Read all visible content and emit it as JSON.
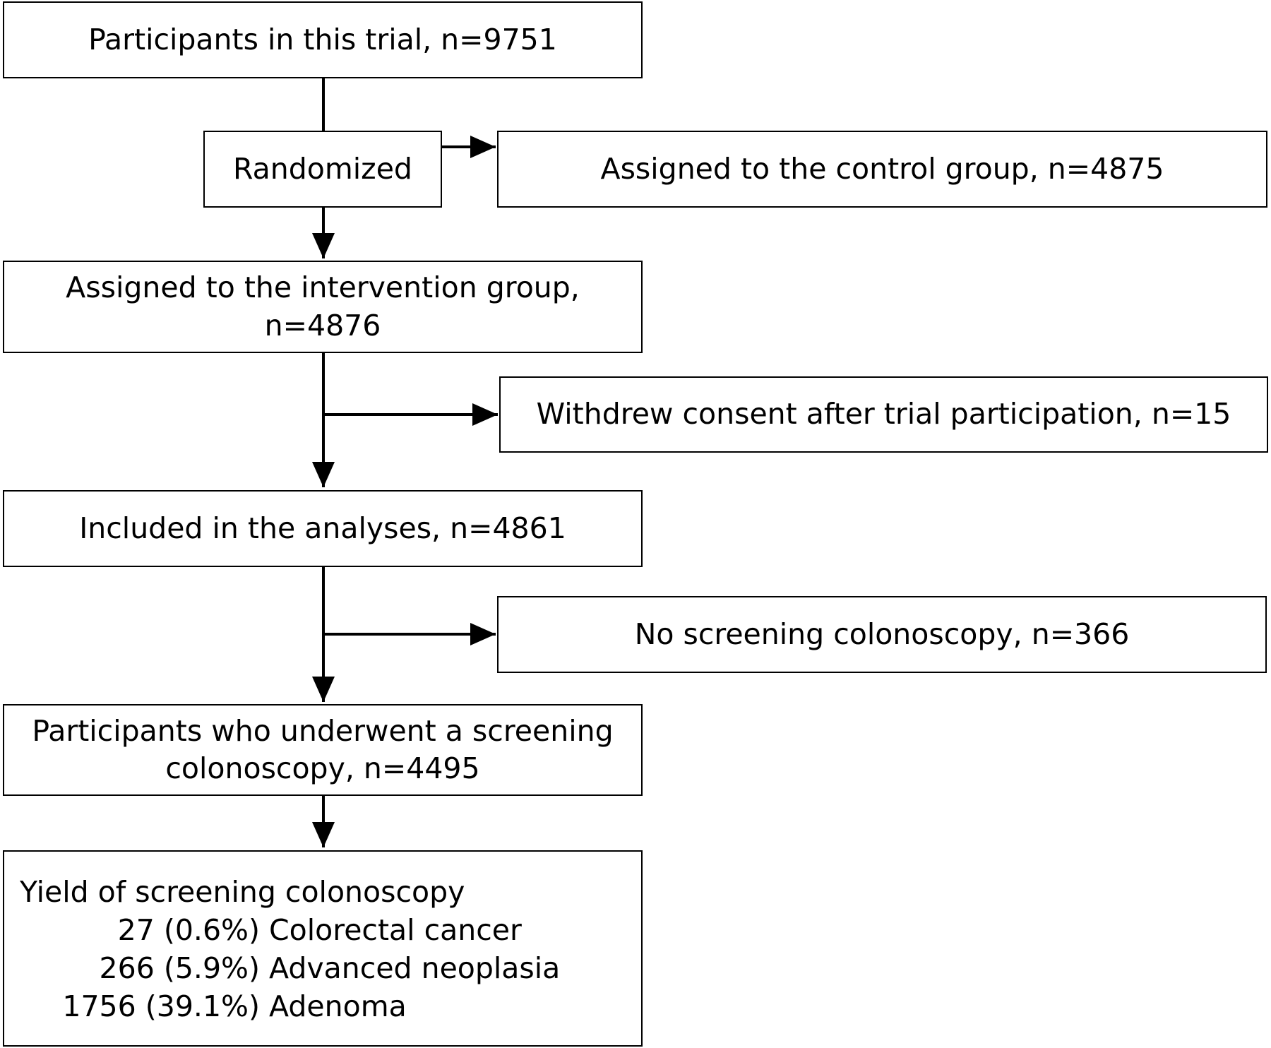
{
  "flowchart": {
    "nodes": {
      "participants": {
        "text": "Participants in this trial, n=9751"
      },
      "randomized": {
        "text": "Randomized"
      },
      "control": {
        "text": "Assigned to the control group, n=4875"
      },
      "intervention": {
        "line1": "Assigned to the intervention group,",
        "line2": "n=4876"
      },
      "withdrew": {
        "text": "Withdrew consent after trial participation, n=15"
      },
      "included": {
        "text": "Included in the analyses, n=4861"
      },
      "no_screening": {
        "text": "No screening colonoscopy, n=366"
      },
      "underwent": {
        "line1": "Participants who underwent a screening",
        "line2": "colonoscopy, n=4495"
      },
      "yield": {
        "title": "Yield of screening colonoscopy",
        "items": [
          {
            "count": "27 (0.6%)",
            "label": "Colorectal cancer"
          },
          {
            "count": "266 (5.9%)",
            "label": "Advanced neoplasia"
          },
          {
            "count": "1756 (39.1%)",
            "label": "Adenoma"
          }
        ]
      }
    },
    "edges": [
      {
        "from": "participants",
        "to": "randomized",
        "arrow": false
      },
      {
        "from": "randomized",
        "to": "control",
        "arrow": true
      },
      {
        "from": "randomized",
        "to": "intervention",
        "arrow": true
      },
      {
        "from": "intervention",
        "to": "withdrew",
        "arrow": true
      },
      {
        "from": "intervention",
        "to": "included",
        "arrow": true
      },
      {
        "from": "included",
        "to": "no_screening",
        "arrow": true
      },
      {
        "from": "included",
        "to": "underwent",
        "arrow": true
      },
      {
        "from": "underwent",
        "to": "yield",
        "arrow": true
      }
    ]
  }
}
